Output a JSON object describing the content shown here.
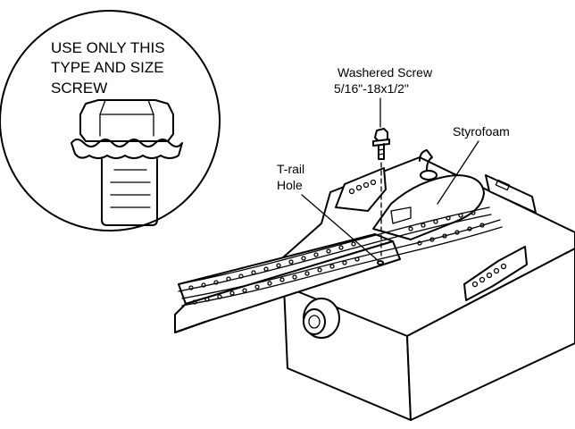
{
  "callout": {
    "line1": "USE ONLY THIS",
    "line2": "TYPE AND SIZE",
    "line3": "SCREW"
  },
  "labels": {
    "screw_line1": "Washered Screw",
    "screw_line2": "5/16\"-18x1/2\"",
    "styrofoam": "Styrofoam",
    "trail_line1": "T-rail",
    "trail_line2": "Hole"
  },
  "colors": {
    "ink": "#000000",
    "paper": "#ffffff"
  }
}
